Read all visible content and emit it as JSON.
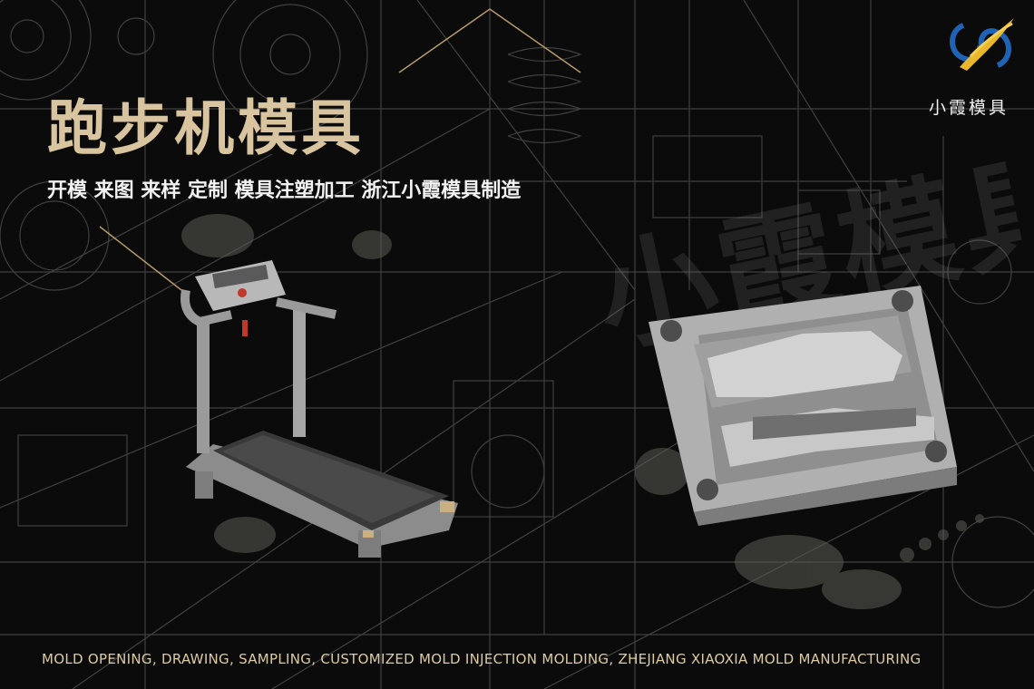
{
  "header": {
    "title": "跑步机模具",
    "subtitle": "开模  来图  来样  定制  模具注塑加工  浙江小霞模具制造"
  },
  "brand": {
    "name": "小霞模具",
    "logo_icon": "stylized-s-wave-logo-icon"
  },
  "watermark": {
    "text": "小霞模具"
  },
  "footer": {
    "text": "MOLD OPENING, DRAWING, SAMPLING, CUSTOMIZED MOLD INJECTION MOLDING, ZHEJIANG XIAOXIA MOLD MANUFACTURING"
  },
  "product": {
    "treadmill_icon": "treadmill-illustration-icon",
    "mold_icon": "injection-mold-illustration-icon"
  },
  "colors": {
    "background": "#0b0b0b",
    "gold": "#d8c49e",
    "blueprint_lines": "#5a5a5a",
    "logo_blue": "#1f64b4",
    "logo_gold": "#e8b72a"
  }
}
